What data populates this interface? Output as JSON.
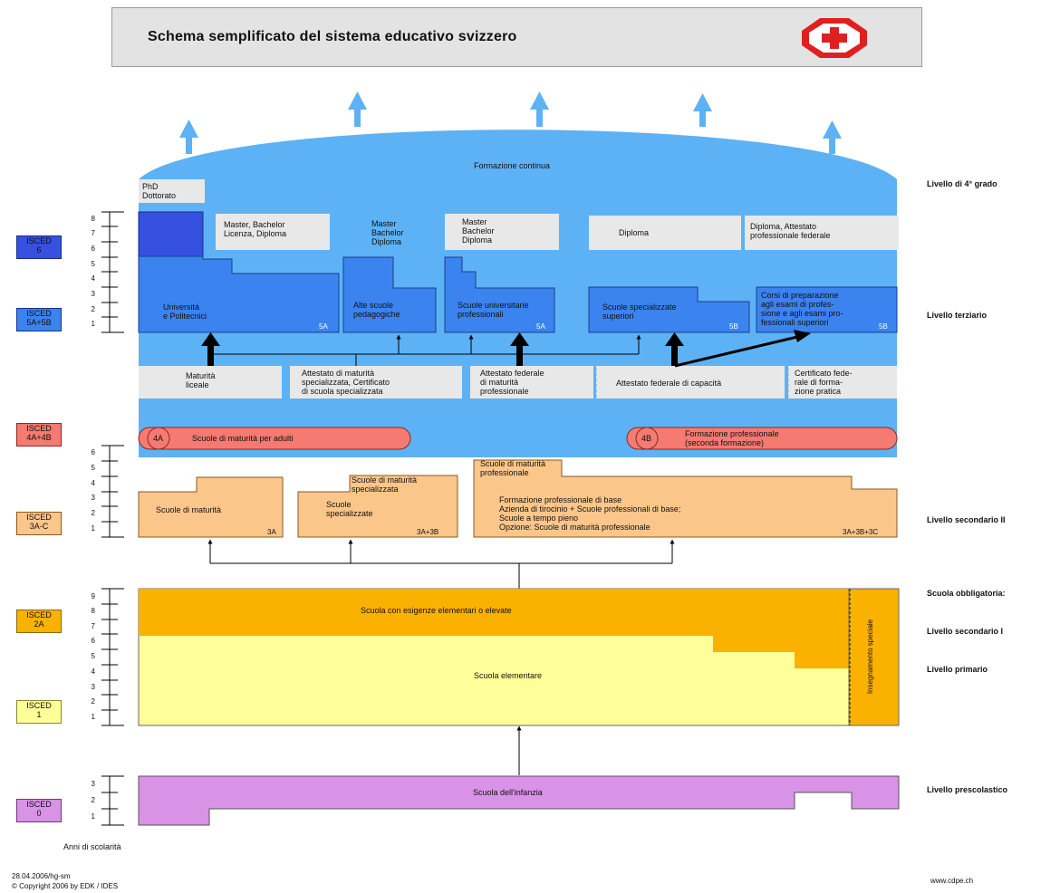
{
  "title": "Schema semplificato del sistema educativo svizzero",
  "logo_icon": "swiss-edk-cross-logo",
  "colors": {
    "tertiary_bg": "#5db2f5",
    "tertiary_blocks": "#3b83ee",
    "phd_block": "#3650e0",
    "isced4": "#f47a72",
    "secondary2": "#fbc68a",
    "isced2": "#fab100",
    "primary": "#ffff9a",
    "preschool": "#d892e6"
  },
  "tertiary": {
    "continuing": "Formazione continua",
    "phd": [
      "PhD",
      "Dottorato"
    ],
    "degrees": [
      [
        "Master, Bachelor",
        "Licenza, Diploma"
      ],
      [
        "Master",
        "Bachelor",
        "Diploma"
      ],
      [
        "Master",
        "Bachelor",
        "Diploma"
      ],
      [
        "Diploma"
      ],
      [
        "Diploma, Attestato",
        "professionale federale"
      ]
    ],
    "institutions": [
      {
        "lines": [
          "Università",
          "e Politecnici"
        ],
        "tag": "5A"
      },
      {
        "lines": [
          "Alte scuole",
          "pedagogiche"
        ],
        "tag": ""
      },
      {
        "lines": [
          "Scuole universitarie",
          "professionali"
        ],
        "tag": "5A"
      },
      {
        "lines": [
          "Scuole specializzate",
          "superiori"
        ],
        "tag": "5B"
      },
      {
        "lines": [
          "Corsi di preparazione",
          "agli esami di profes-",
          "sione e agli esami pro-",
          "fessionali superiori"
        ],
        "tag": "5B"
      }
    ],
    "certificates": [
      [
        "Maturità",
        "liceale"
      ],
      [
        "Attestato di maturità",
        "specializzata, Certificato",
        "di scuola specializzata"
      ],
      [
        "Attestato federale",
        "di maturità",
        "professionale"
      ],
      [
        "Attestato federale di capacità"
      ],
      [
        "Certificato fede-",
        "rale di forma-",
        "zione pratica"
      ]
    ]
  },
  "isced4": {
    "left_tag": "4A",
    "left_label": "Scuole di maturità per adulti",
    "right_tag": "4B",
    "right_label": [
      "Formazione professionale",
      "(seconda formazione)"
    ]
  },
  "secondary2": {
    "maturita": {
      "label": "Scuole di maturità",
      "tag": "3A"
    },
    "specializzate": {
      "label": [
        "Scuole",
        "specializzate"
      ],
      "top": [
        "Scuole di maturità",
        "specializzata"
      ],
      "tag": "3A+3B"
    },
    "professionale": {
      "top": [
        "Scuole di maturità",
        "professionale"
      ],
      "lines": [
        "Formazione professionale di base",
        "Azienda di tirocinio + Scuole professionali di base;",
        "Scuole a tempo pieno",
        "Opzione: Scuole di maturità professionale"
      ],
      "tag": "3A+3B+3C"
    }
  },
  "obligatory": {
    "secondary1": "Scuola con esigenze elementari o elevate",
    "primary": "Scuola elementare",
    "special": "Insegnamento speciale"
  },
  "preschool": "Scuola dell'infanzia",
  "isced_labels": [
    {
      "lines": [
        "ISCED",
        "6"
      ],
      "color": "#3650e0"
    },
    {
      "lines": [
        "ISCED",
        "5A+5B"
      ],
      "color": "#3b83ee"
    },
    {
      "lines": [
        "ISCED",
        "4A+4B"
      ],
      "color": "#f47a72"
    },
    {
      "lines": [
        "ISCED",
        "3A-C"
      ],
      "color": "#fbc68a"
    },
    {
      "lines": [
        "ISCED",
        "2A"
      ],
      "color": "#fab100"
    },
    {
      "lines": [
        "ISCED",
        "1"
      ],
      "color": "#ffff9a"
    },
    {
      "lines": [
        "ISCED",
        "0"
      ],
      "color": "#d892e6"
    }
  ],
  "levels": {
    "grade4": "Livello di 4° grado",
    "tertiary": "Livello terziario",
    "secondary2": "Livello secondario II",
    "obligatory": "Scuola obbligatoria:",
    "secondary1": "Livello secondario I",
    "primary": "Livello primario",
    "preschool": "Livello prescolastico"
  },
  "ruler": {
    "tertiary": [
      "8",
      "7",
      "6",
      "5",
      "4",
      "3",
      "2",
      "1"
    ],
    "secondary2": [
      "6",
      "5",
      "4",
      "3",
      "2",
      "1"
    ],
    "obligatory": [
      "9",
      "8",
      "7",
      "6",
      "5",
      "4",
      "3",
      "2",
      "1"
    ],
    "preschool": [
      "3",
      "2",
      "1"
    ]
  },
  "footer": {
    "years": "Anni di scolarità",
    "date": "28.04.2006/hg-sm",
    "copyright": "© Copyright 2006 by EDK / IDES",
    "url": "www.cdpe.ch"
  }
}
